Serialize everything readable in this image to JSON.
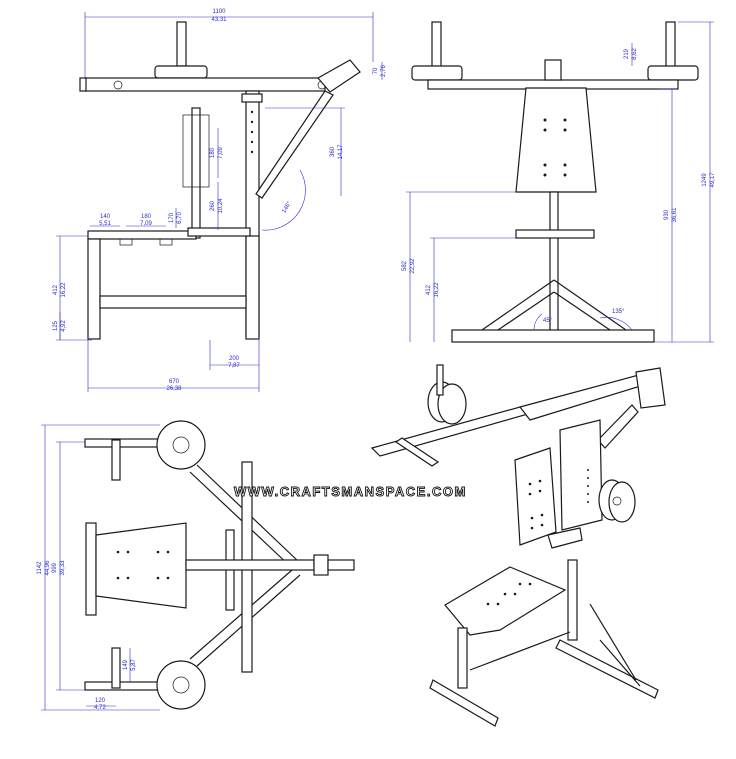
{
  "watermark": "WWW.CRAFTSMANSPACE.COM",
  "colors": {
    "line": "#1a1a1a",
    "dimension": "#2b2bcf",
    "background": "#ffffff"
  },
  "side_view": {
    "overall_width": {
      "mm": "1100",
      "in": "43,31"
    },
    "bar_height": {
      "mm": "70",
      "in": "2,76"
    },
    "arm_length": {
      "mm": "360",
      "in": "14,17"
    },
    "slot_spacing": {
      "mm": "180",
      "in": "7,09"
    },
    "upright_height": {
      "mm": "260",
      "in": "10,24"
    },
    "seat_thickness": {
      "mm": "170",
      "in": "6,70"
    },
    "seat_offset": {
      "mm": "140",
      "in": "5,51"
    },
    "seat_hole_span": {
      "mm": "180",
      "in": "7,09"
    },
    "seat_height": {
      "mm": "412",
      "in": "16,22"
    },
    "foot_height": {
      "mm": "125",
      "in": "4,92"
    },
    "rear_offset": {
      "mm": "200",
      "in": "7,87"
    },
    "base_length": {
      "mm": "670",
      "in": "26,38"
    },
    "arm_angle": "146°"
  },
  "front_view": {
    "plate_offset": {
      "mm": "219",
      "in": "8,62"
    },
    "total_height": {
      "mm": "1249",
      "in": "49,17"
    },
    "bar_height": {
      "mm": "930",
      "in": "36,61"
    },
    "backrest_base": {
      "mm": "582",
      "in": "22,92"
    },
    "seat_height": {
      "mm": "412",
      "in": "16,22"
    },
    "leg_angle_inner": "45°",
    "leg_angle_outer": "135°"
  },
  "top_view": {
    "overall_depth": {
      "mm": "1142",
      "in": "44,96"
    },
    "frame_depth": {
      "mm": "999",
      "in": "39,33"
    },
    "peg_length": {
      "mm": "149",
      "in": "5,87"
    },
    "peg_offset": {
      "mm": "120",
      "in": "4,72"
    }
  }
}
